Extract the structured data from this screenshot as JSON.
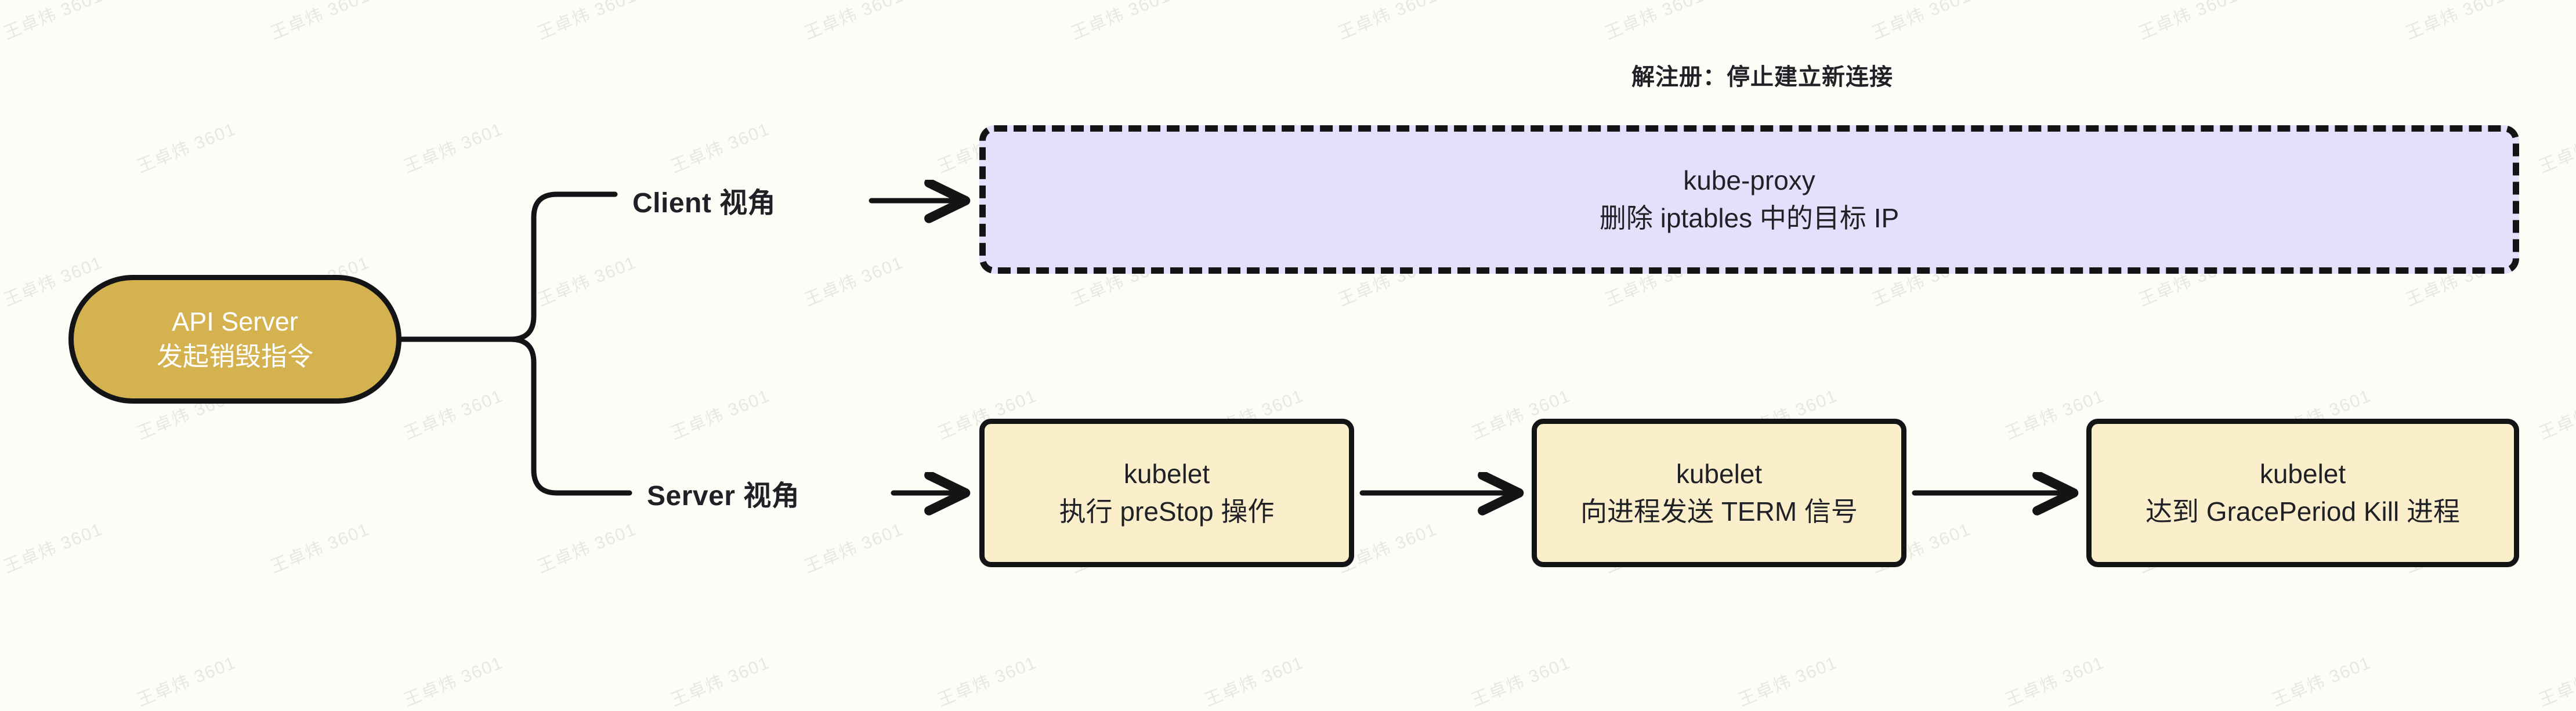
{
  "canvas": {
    "background_color": "#fdfcf6",
    "watermark_text": "王卓炜 3601"
  },
  "heading": {
    "text": "解注册：停止建立新连接"
  },
  "nodes": {
    "api_server": {
      "line1": "API Server",
      "line2": "发起销毁指令",
      "fill_color": "#d5b250",
      "text_color": "#ffffff",
      "border_color": "#131416",
      "shape": "pill"
    },
    "kube_proxy": {
      "line1": "kube-proxy",
      "line2": "删除 iptables 中的目标 IP",
      "fill_color": "#e6dffb",
      "text_color": "#1f2126",
      "border_color": "#131416",
      "border_style": "dashed",
      "shape": "rounded-rect"
    },
    "kubelet_1": {
      "line1": "kubelet",
      "line2": "执行 preStop 操作",
      "fill_color": "#fbeecb",
      "text_color": "#1f2126",
      "border_color": "#131416",
      "border_style": "solid",
      "shape": "rounded-rect"
    },
    "kubelet_2": {
      "line1": "kubelet",
      "line2": "向进程发送 TERM 信号",
      "fill_color": "#fbeecb",
      "text_color": "#1f2126",
      "border_color": "#131416",
      "border_style": "solid",
      "shape": "rounded-rect"
    },
    "kubelet_3": {
      "line1": "kubelet",
      "line2": "达到 GracePeriod Kill 进程",
      "fill_color": "#fbeecb",
      "text_color": "#1f2126",
      "border_color": "#131416",
      "border_style": "solid",
      "shape": "rounded-rect"
    }
  },
  "branches": {
    "client": {
      "label": "Client 视角"
    },
    "server": {
      "label": "Server 视角"
    }
  },
  "connectors": {
    "stroke_color": "#131416",
    "items": [
      {
        "name": "apiserver-to-split",
        "type": "line"
      },
      {
        "name": "split-to-client-branch",
        "type": "elbow"
      },
      {
        "name": "split-to-server-branch",
        "type": "elbow"
      },
      {
        "name": "client-label-to-kube-proxy",
        "type": "arrow"
      },
      {
        "name": "server-label-to-kubelet-1",
        "type": "arrow"
      },
      {
        "name": "kubelet-1-to-kubelet-2",
        "type": "arrow"
      },
      {
        "name": "kubelet-2-to-kubelet-3",
        "type": "arrow"
      }
    ]
  }
}
